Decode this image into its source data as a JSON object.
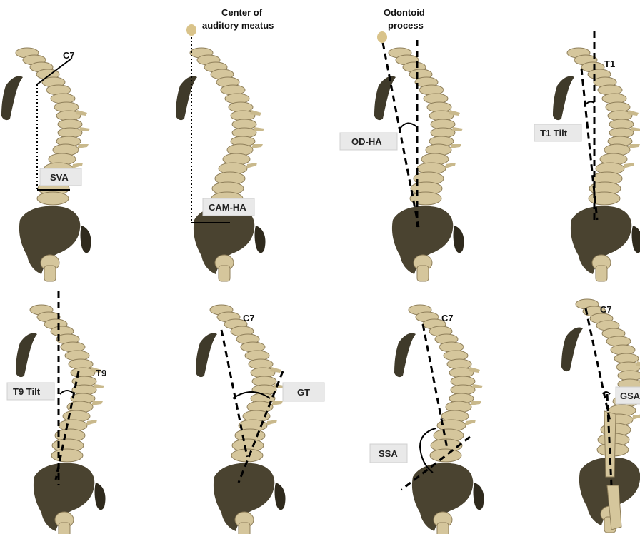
{
  "labels": {
    "sva_c7": "C7",
    "sva_box": "SVA",
    "cam_title_1": "Center of",
    "cam_title_2": "auditory meatus",
    "cam_box": "CAM-HA",
    "od_title_1": "Odontoid",
    "od_title_2": "process",
    "od_box": "OD-HA",
    "t1_label": "T1",
    "t1_box": "T1 Tilt",
    "t9_label": "T9",
    "t9_box": "T9 Tilt",
    "gt_c7": "C7",
    "gt_box": "GT",
    "ssa_c7": "C7",
    "ssa_box": "SSA",
    "gsa_c7": "C7",
    "gsa_box": "GSA"
  },
  "colors": {
    "bone_light": "#d8c9a0",
    "bone_mid": "#bfae82",
    "bone_dark": "#8f7f5a",
    "pelvis": "#4a4330",
    "pelvis_dark": "#2f2a1d",
    "label_box": "#e9e9e9",
    "head_marker": "#d9c38a"
  }
}
